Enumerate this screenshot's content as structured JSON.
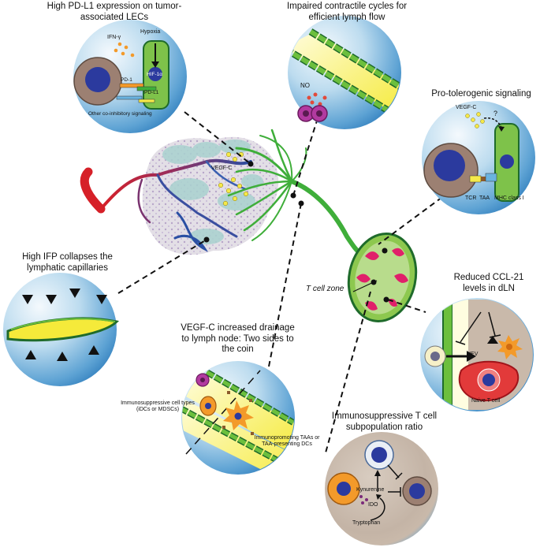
{
  "panels": {
    "pdl1": {
      "title": "High PD-L1 expression on tumor-associated LECs",
      "labels": {
        "ifn": "IFN-γ",
        "hypoxia": "Hypoxia",
        "hif": "HIF-1α",
        "pd1": "PD-1",
        "pdl1": "PD-L1",
        "other": "Other co-inhibitory signaling"
      }
    },
    "contractile": {
      "title": "Impaired contractile cycles for efficient lymph flow",
      "labels": {
        "no": "NO"
      }
    },
    "tolerogenic": {
      "title": "Pro-tolerogenic signaling",
      "labels": {
        "vegfc": "VEGF-C",
        "question": "?",
        "tcr": "TCR",
        "taa": "TAA",
        "mhc": "MHC class I"
      }
    },
    "ifp": {
      "title": "High IFP collapses the lymphatic capillaries"
    },
    "ccl21": {
      "title": "Reduced CCL-21 levels in dLN",
      "labels": {
        "hev": "HEV",
        "naive": "Naive T cell"
      }
    },
    "vegfc_drainage": {
      "title": "VEGF-C increased drainage to lymph node: Two sides to the coin",
      "labels": {
        "suppressive": "Immunosuppressive cell types (iDCs or MDSCs)",
        "promoting": "Immunopromoting TAAs or TAA-presenting DCs"
      }
    },
    "ratio": {
      "title": "Immunosuppressive T cell subpopulation ratio",
      "labels": {
        "kyn": "Kynurenine",
        "ido": "IDO",
        "trp": "Tryptophan"
      }
    }
  },
  "center": {
    "vegfc": "VEGF-C",
    "tcell_zone": "T cell zone"
  },
  "colors": {
    "bubble_light": "#eaf4fb",
    "bubble_mid": "#8ec3e4",
    "bubble_dark": "#3f8ec8",
    "lymph_green": "#6cbf3d",
    "lymph_dark": "#1f6b2b",
    "node_green": "#7ec24a",
    "node_red": "#e0206a",
    "blood_red": "#d62028",
    "blood_blue": "#2a4fa3",
    "cell_brown": "#9c8072",
    "nucleus": "#2b3a9e",
    "yellow": "#f5e94a",
    "orange": "#f39a2a"
  }
}
